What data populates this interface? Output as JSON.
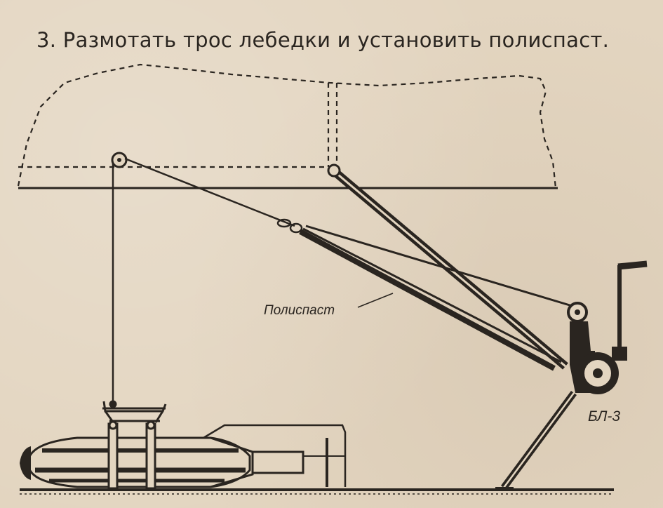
{
  "caption": "3. Размотать трос лебедки и установить полиспаст.",
  "labels": {
    "pulley_block": "Полиспаст",
    "winch_model": "БЛ-3"
  },
  "colors": {
    "ink": "#2a2520",
    "paper": "#e3d5c0"
  }
}
